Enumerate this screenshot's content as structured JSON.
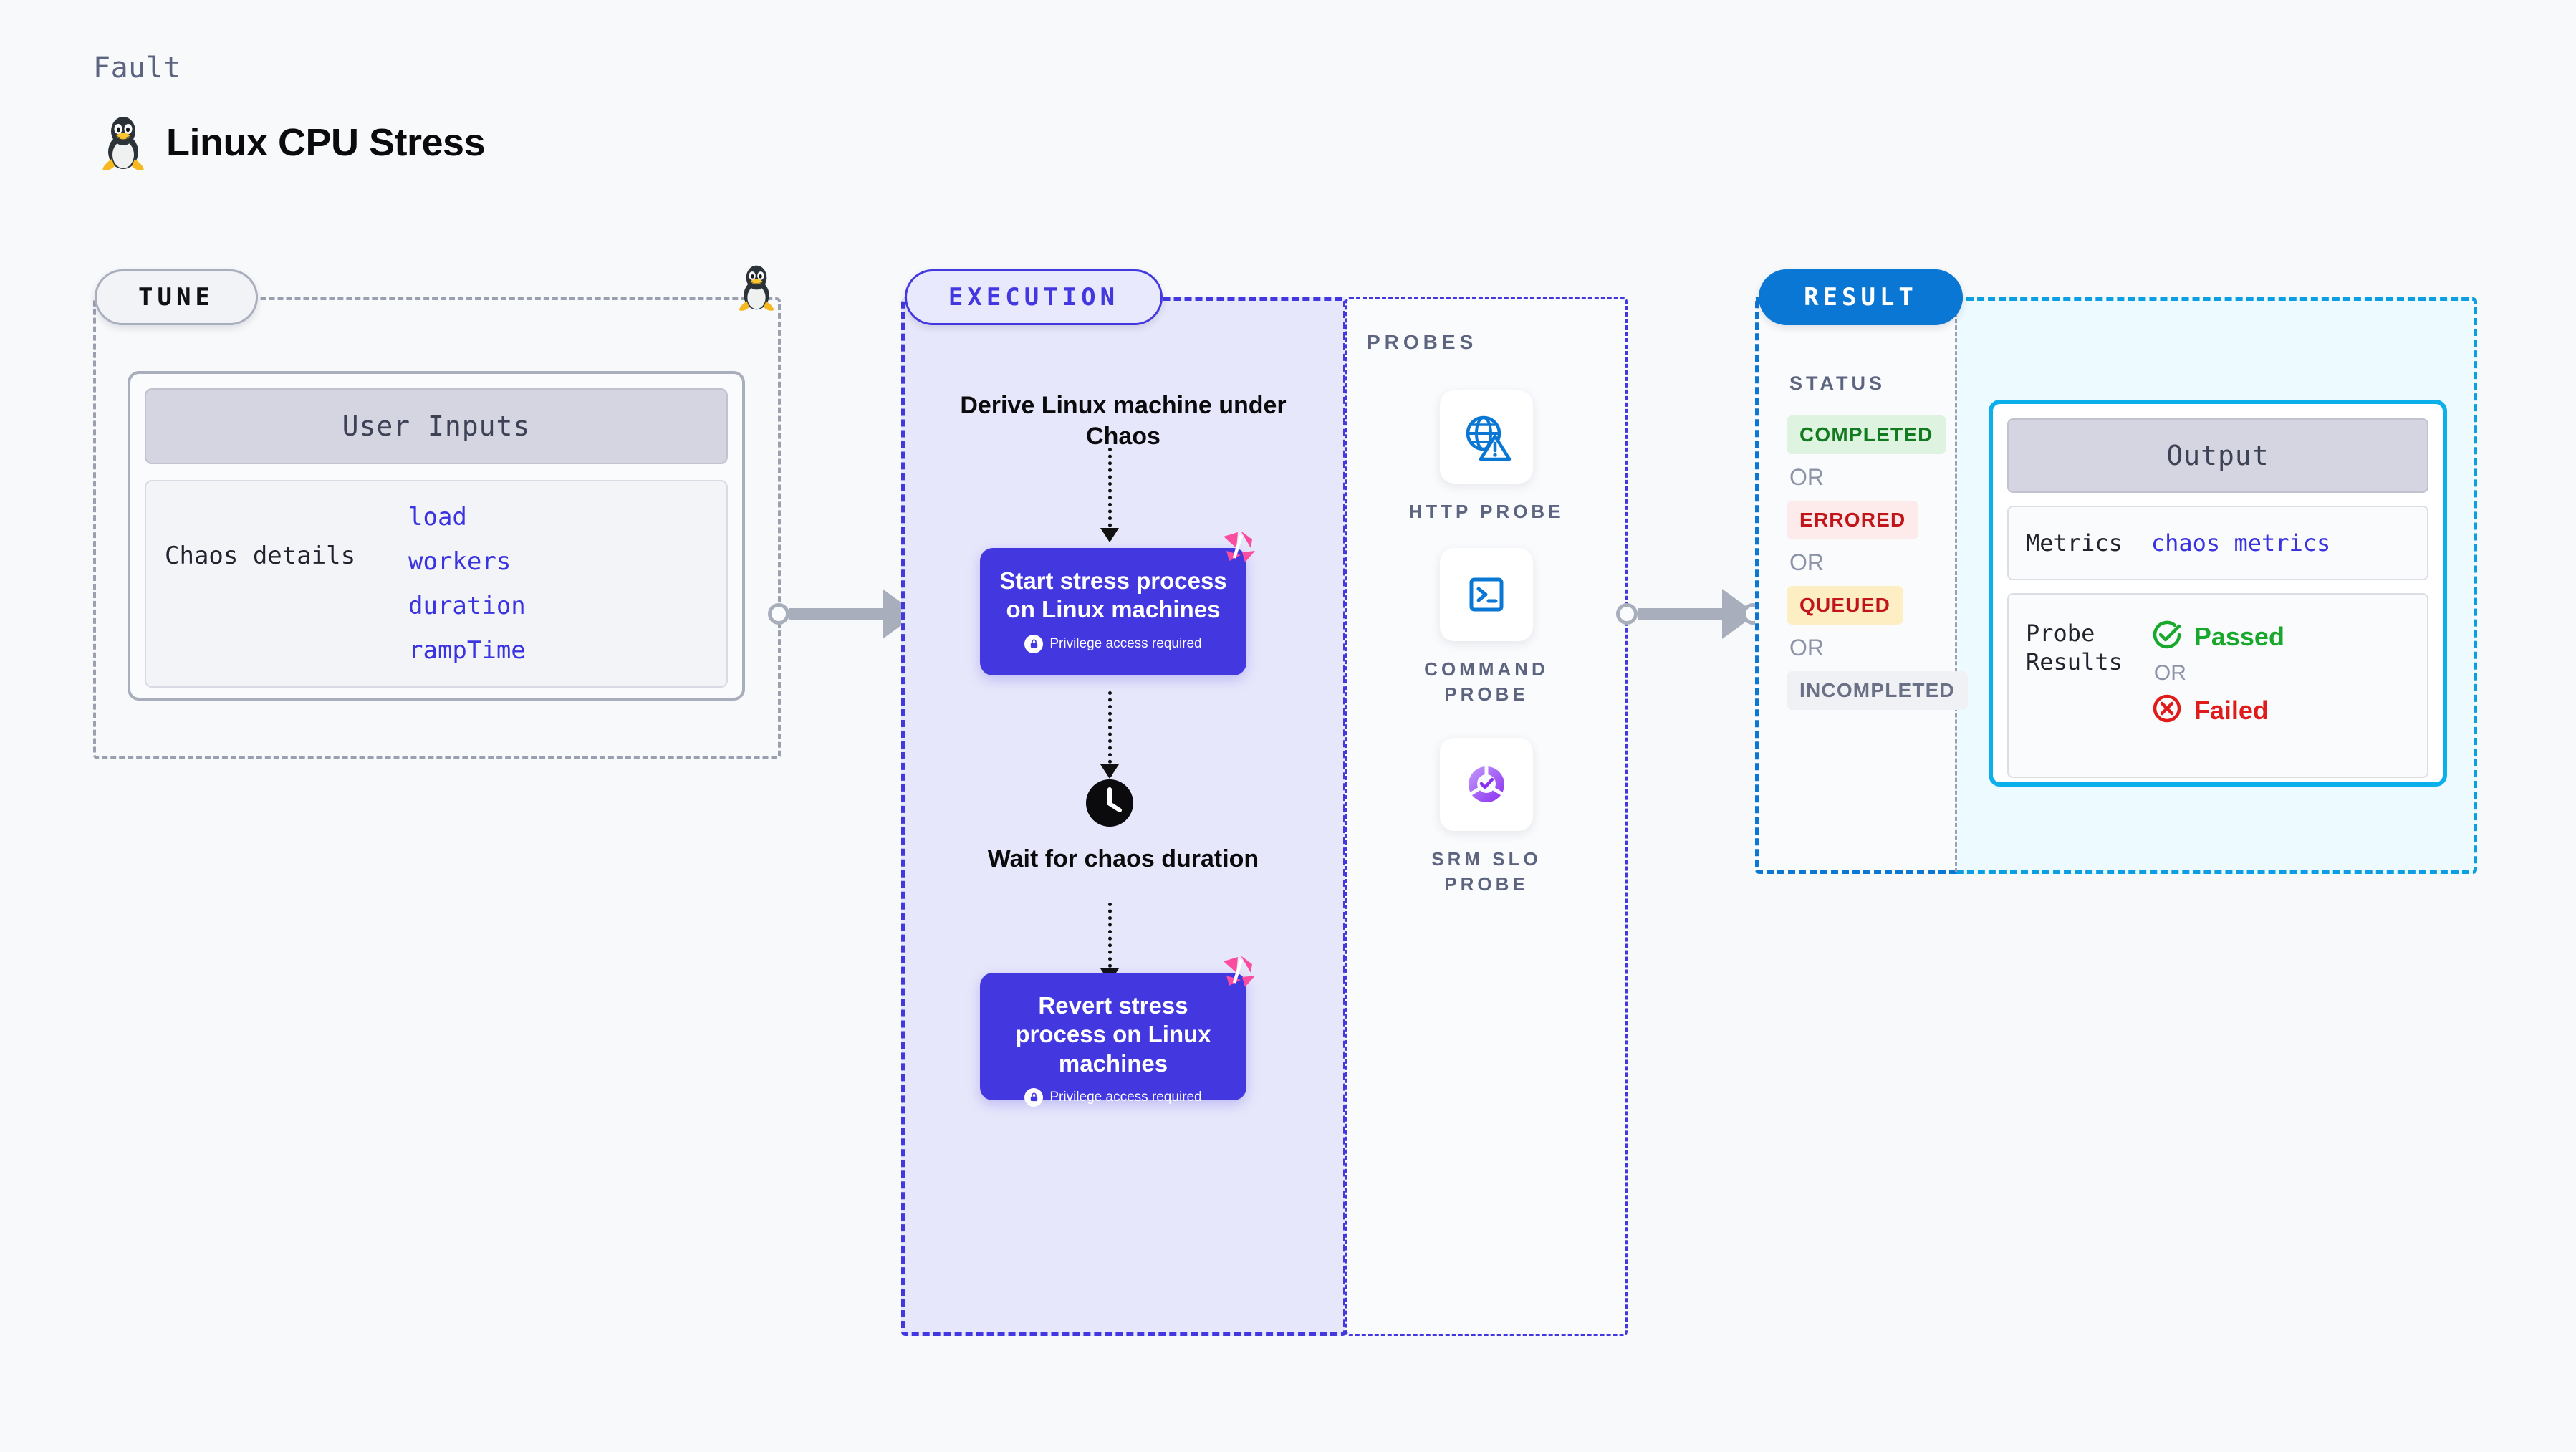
{
  "header": {
    "eyebrow": "Fault",
    "title": "Linux CPU Stress",
    "icon": "linux-tux-icon"
  },
  "colors": {
    "page_background": "#f8f9fb",
    "tune_accent": "#a9aebd",
    "execution_accent": "#4338e0",
    "execution_fill": "#e7e7fb",
    "result_accent": "#0b77d4",
    "output_accent": "#0bb0ea",
    "output_fill": "#edfaff",
    "harness_pink": "#fb4da0",
    "probe_blue": "#0b77d4",
    "srm_purple": "#9b4ff5"
  },
  "tune": {
    "badge": "TUNE",
    "icon": "linux-tux-icon",
    "card": {
      "header": "User Inputs",
      "group_label": "Chaos details",
      "fields": [
        "load",
        "workers",
        "duration",
        "rampTime"
      ]
    }
  },
  "execution": {
    "badge": "EXECUTION",
    "steps": [
      {
        "type": "title",
        "text": "Derive Linux machine under Chaos"
      },
      {
        "type": "card",
        "text": "Start stress process on Linux machines",
        "note": "Privilege access required",
        "note_icon": "lock-icon",
        "corner_icon": "harness-logo-icon"
      },
      {
        "type": "title",
        "text": "Wait for chaos duration",
        "icon": "clock-icon"
      },
      {
        "type": "card",
        "text": "Revert stress process on Linux machines",
        "note": "Privilege access required",
        "note_icon": "lock-icon",
        "corner_icon": "harness-logo-icon"
      }
    ]
  },
  "probes": {
    "label": "PROBES",
    "items": [
      {
        "caption": "HTTP PROBE",
        "icon": "globe-warning-icon"
      },
      {
        "caption": "COMMAND PROBE",
        "icon": "terminal-prompt-icon"
      },
      {
        "caption": "SRM SLO PROBE",
        "icon": "slo-check-donut-icon"
      }
    ]
  },
  "result": {
    "badge": "RESULT",
    "status_label": "STATUS",
    "or_label": "OR",
    "statuses": [
      {
        "label": "COMPLETED",
        "style": "completed"
      },
      {
        "label": "ERRORED",
        "style": "errored"
      },
      {
        "label": "QUEUED",
        "style": "queued"
      },
      {
        "label": "INCOMPLETED",
        "style": "incompleted"
      }
    ]
  },
  "output": {
    "header": "Output",
    "metrics": {
      "label": "Metrics",
      "value": "chaos metrics"
    },
    "probe_results": {
      "label": "Probe\nResults",
      "or_label": "OR",
      "passed": {
        "label": "Passed",
        "icon": "check-circle-icon"
      },
      "failed": {
        "label": "Failed",
        "icon": "x-circle-icon"
      }
    }
  }
}
